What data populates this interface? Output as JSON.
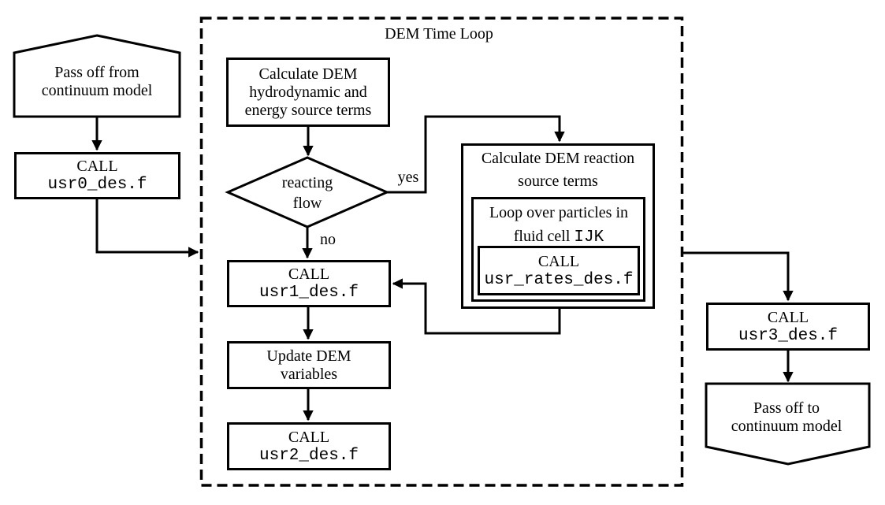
{
  "colors": {
    "line": "#000000",
    "background": "#ffffff",
    "text": "#000000"
  },
  "loop_container": {
    "title": "DEM Time Loop"
  },
  "nodes": {
    "pass_from": {
      "text": "Pass off from\ncontinuum model"
    },
    "usr0": {
      "call": "CALL",
      "code": "usr0_des.f"
    },
    "calc_hydro": {
      "text": "Calculate DEM\nhydrodynamic and\nenergy source terms"
    },
    "reacting_flow": {
      "text": "reacting\nflow"
    },
    "calc_reaction": {
      "title": "Calculate DEM reaction\nsource terms"
    },
    "loop_particles": {
      "text": "Loop over particles in\nfluid cell ",
      "code": "IJK"
    },
    "usr_rates": {
      "call": "CALL",
      "code": "usr_rates_des.f"
    },
    "usr1": {
      "call": "CALL",
      "code": "usr1_des.f"
    },
    "update_dem": {
      "text": "Update DEM\nvariables"
    },
    "usr2": {
      "call": "CALL",
      "code": "usr2_des.f"
    },
    "usr3": {
      "call": "CALL",
      "code": "usr3_des.f"
    },
    "pass_to": {
      "text": "Pass off to\ncontinuum model"
    }
  },
  "edge_labels": {
    "yes": "yes",
    "no": "no"
  }
}
